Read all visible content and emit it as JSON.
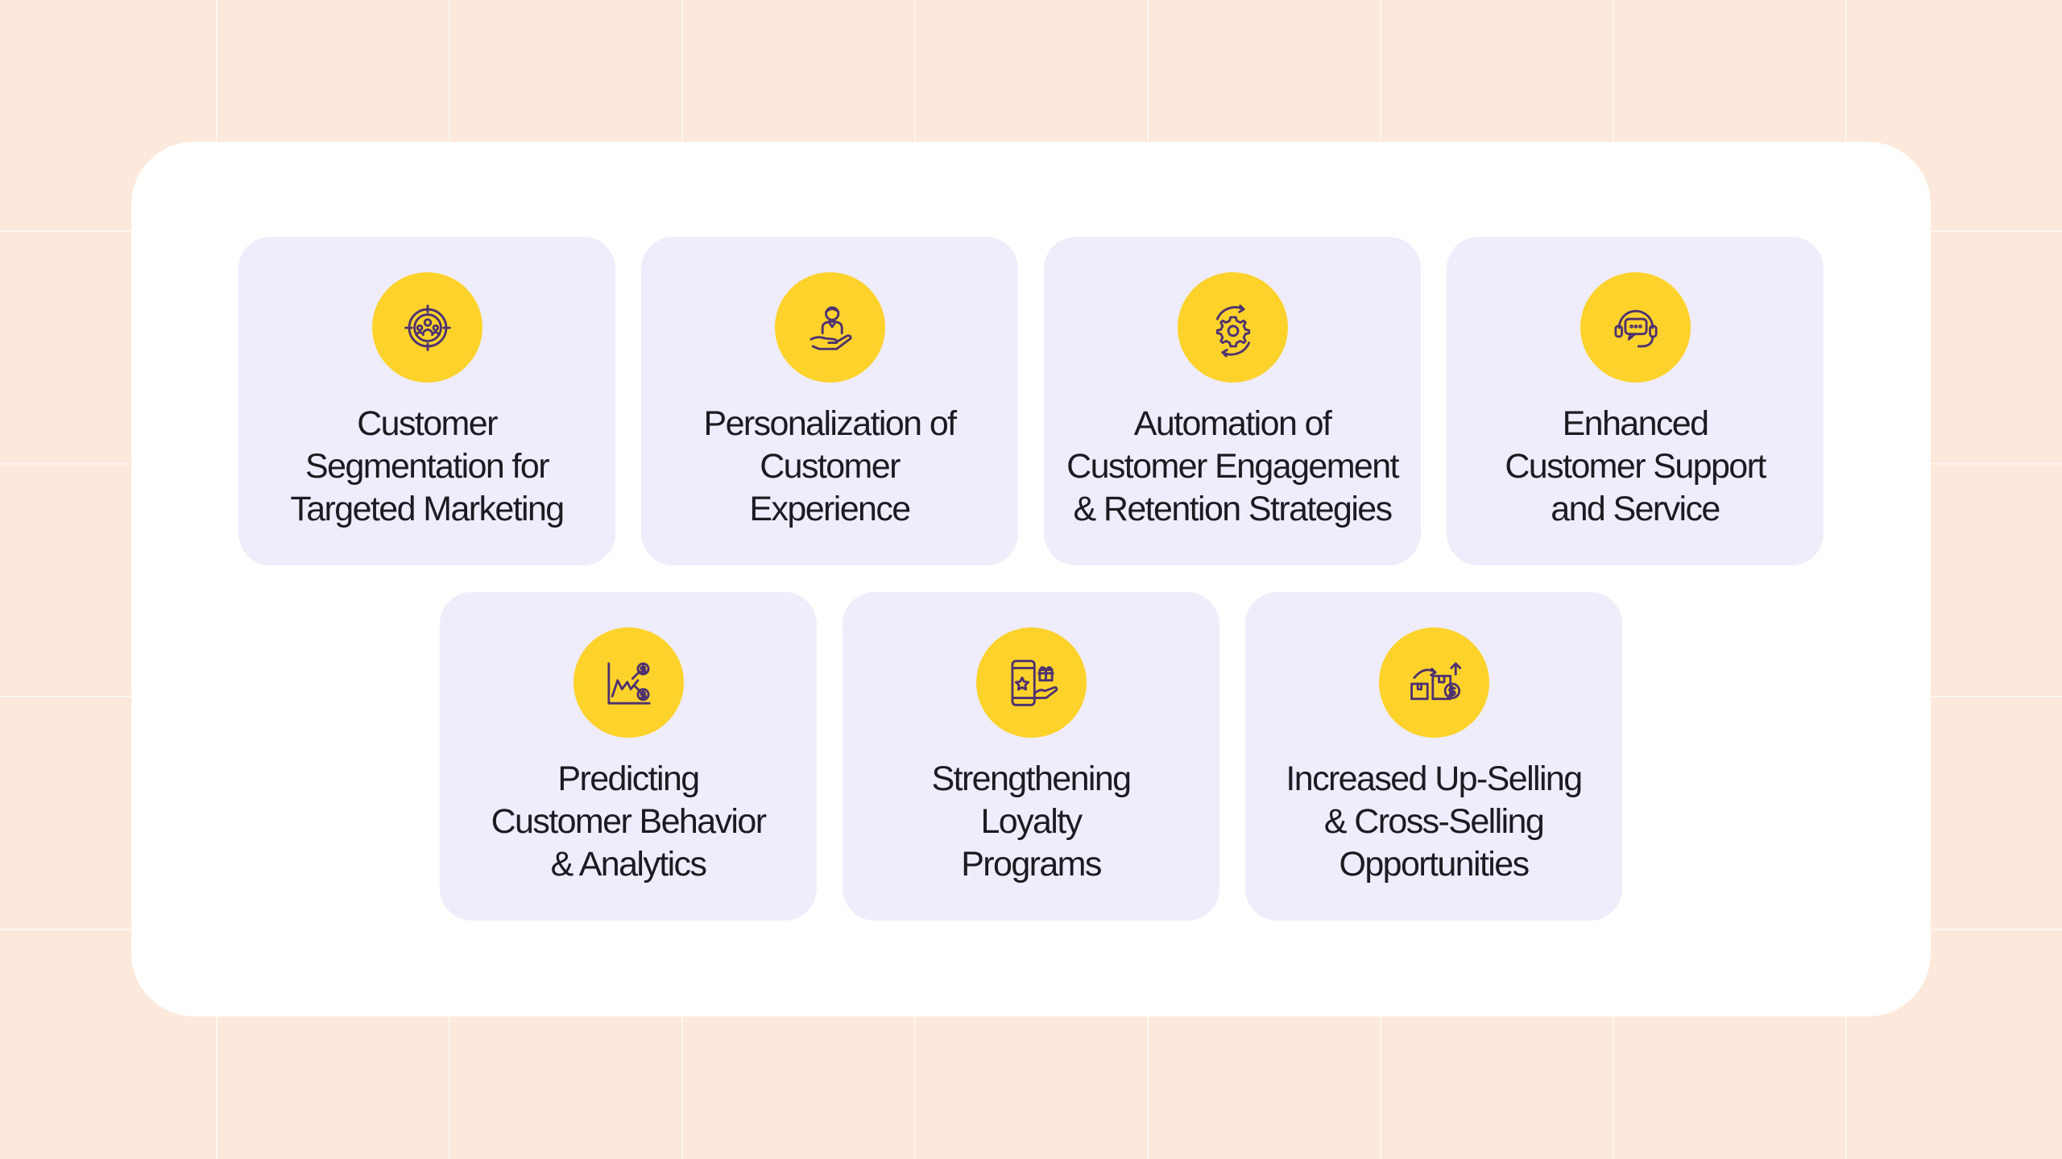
{
  "cards": [
    {
      "label": "Customer\nSegmentation for\nTargeted Marketing",
      "icon": "target-audience-icon"
    },
    {
      "label": "Personalization of\nCustomer\nExperience",
      "icon": "person-in-hand-icon"
    },
    {
      "label": "Automation of\nCustomer Engagement\n& Retention Strategies",
      "icon": "gear-cycle-icon"
    },
    {
      "label": "Enhanced\nCustomer Support\nand Service",
      "icon": "headset-chat-icon"
    },
    {
      "label": "Predicting\nCustomer Behavior\n& Analytics",
      "icon": "chart-dollar-icon"
    },
    {
      "label": "Strengthening\nLoyalty\nPrograms",
      "icon": "phone-star-gift-icon"
    },
    {
      "label": "Increased Up-Selling\n& Cross-Selling\nOpportunities",
      "icon": "boxes-arrow-dollar-icon"
    }
  ],
  "colors": {
    "background": "#fde9db",
    "panel": "#ffffff",
    "card": "#efecfb",
    "icon_circle": "#fdd22b",
    "icon_stroke": "#4e3270",
    "text": "#1c1b22"
  }
}
